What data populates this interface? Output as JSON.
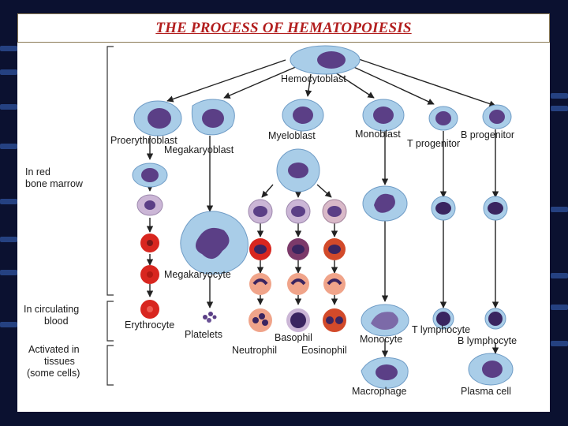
{
  "slide": {
    "title": "THE PROCESS OF HEMATOPOIESIS"
  },
  "diagram": {
    "stages": {
      "marrow_line1": "In red",
      "marrow_line2": "bone marrow",
      "blood_line1": "In circulating",
      "blood_line2": "blood",
      "tissue_line1": "Activated in",
      "tissue_line2": "tissues",
      "tissue_line3": "(some cells)"
    },
    "cells": {
      "hemocytoblast": "Hemocytoblast",
      "proerythroblast": "Proerythroblast",
      "megakaryoblast": "Megakaryoblast",
      "myeloblast": "Myeloblast",
      "monoblast": "Monoblast",
      "t_progenitor": "T progenitor",
      "b_progenitor": "B progenitor",
      "megakaryocyte": "Megakaryocyte",
      "erythrocyte": "Erythrocyte",
      "platelets": "Platelets",
      "neutrophil": "Neutrophil",
      "basophil": "Basophil",
      "eosinophil": "Eosinophil",
      "monocyte": "Monocyte",
      "t_lymphocyte": "T lymphocyte",
      "b_lymphocyte": "B lymphocyte",
      "macrophage": "Macrophage",
      "plasma_cell": "Plasma cell"
    },
    "colors": {
      "cytoplasm": "#a9cde8",
      "nucleus": "#5b3f86",
      "erythro": "#d8261f",
      "neutro_nucleus": "#3a2560",
      "eosino_granule": "#d24a2a"
    }
  }
}
